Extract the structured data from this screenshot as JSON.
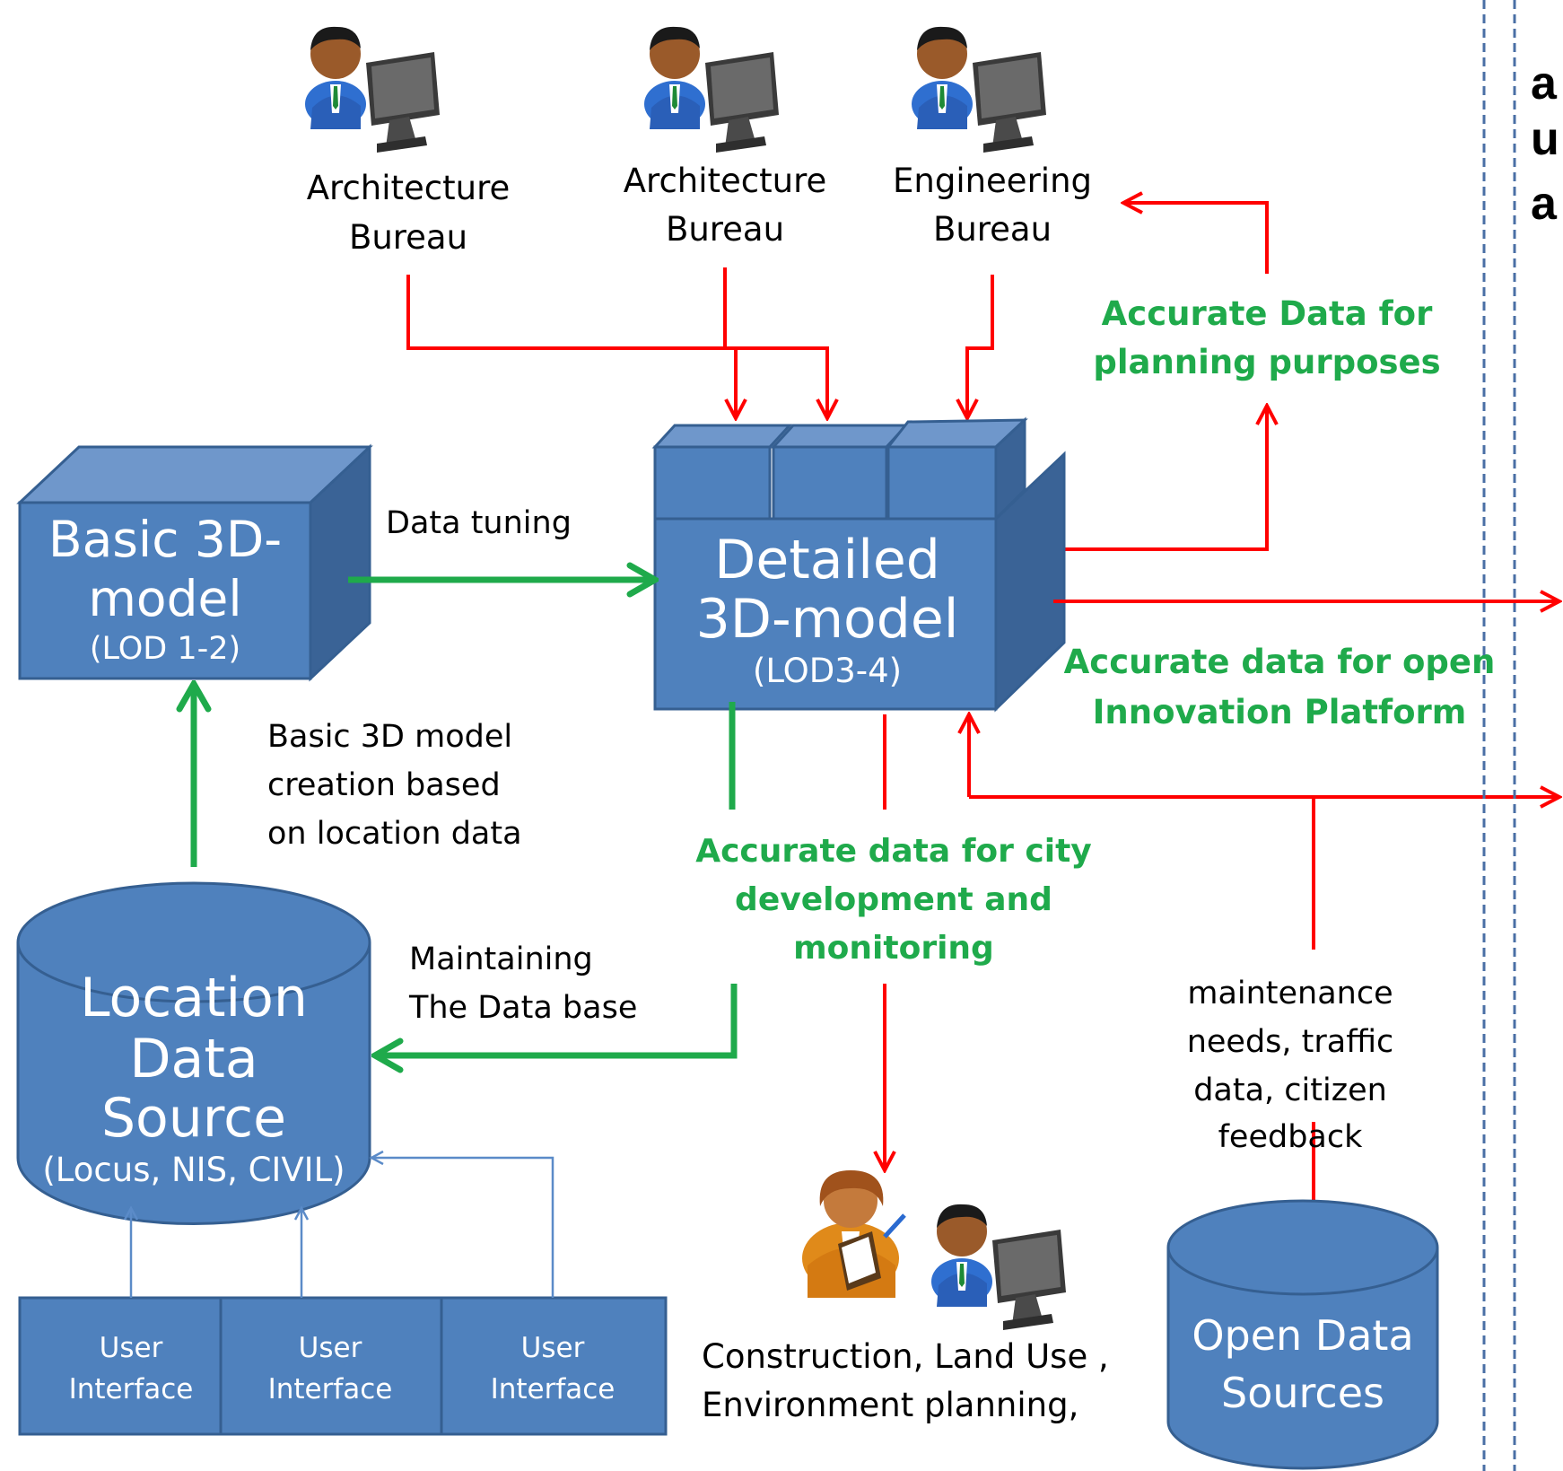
{
  "actors_top": [
    {
      "line1": "Architecture",
      "line2": "Bureau"
    },
    {
      "line1": "Architecture",
      "line2": "Bureau"
    },
    {
      "line1": "Engineering",
      "line2": "Bureau"
    }
  ],
  "basic_model": {
    "line1": "Basic 3D-",
    "line2": "model",
    "sub": "(LOD 1-2)"
  },
  "detailed_model": {
    "line1": "Detailed",
    "line2": "3D-model",
    "sub": "(LOD3-4)"
  },
  "location_db": {
    "line1": "Location",
    "line2": "Data",
    "line3": "Source",
    "sub": "(Locus, NIS, CIVIL)"
  },
  "open_db": {
    "line1": "Open Data",
    "line2": "Sources"
  },
  "user_interfaces": [
    {
      "line1": "User",
      "line2": "Interface"
    },
    {
      "line1": "User",
      "line2": "Interface"
    },
    {
      "line1": "User",
      "line2": "Interface"
    }
  ],
  "labels": {
    "data_tuning": "Data tuning",
    "basic_creation": [
      "Basic 3D model",
      "creation based",
      "on location data"
    ],
    "maintaining": [
      "Maintaining",
      "The Data base"
    ],
    "planning": [
      "Accurate Data for",
      "planning purposes"
    ],
    "open_innovation": [
      "Accurate data for open",
      "Innovation Platform"
    ],
    "city_dev": [
      "Accurate data for  city",
      "development and",
      "monitoring"
    ],
    "maintenance": [
      "maintenance",
      "needs, traffic",
      "data,   citizen",
      "feedback"
    ],
    "construction": [
      "Construction, Land Use ,",
      "Environment planning,"
    ]
  },
  "right_panel_fragments": [
    "a",
    "u",
    "a"
  ],
  "colors": {
    "box_fill": "#4f81bd",
    "box_dark": "#3a6396",
    "box_light": "#6f97cb",
    "box_stroke": "#355f91",
    "red_arrow": "#ff0000",
    "green_arrow": "#1faa4b",
    "green_text": "#1faa4b",
    "ui_arrow": "#5b8bc8",
    "divider": "#4a6fa5"
  },
  "icons": [
    "user-computer-icon",
    "user-computer-icon",
    "user-computer-icon",
    "woman-clipboard-icon",
    "user-computer-icon",
    "database-icon"
  ]
}
